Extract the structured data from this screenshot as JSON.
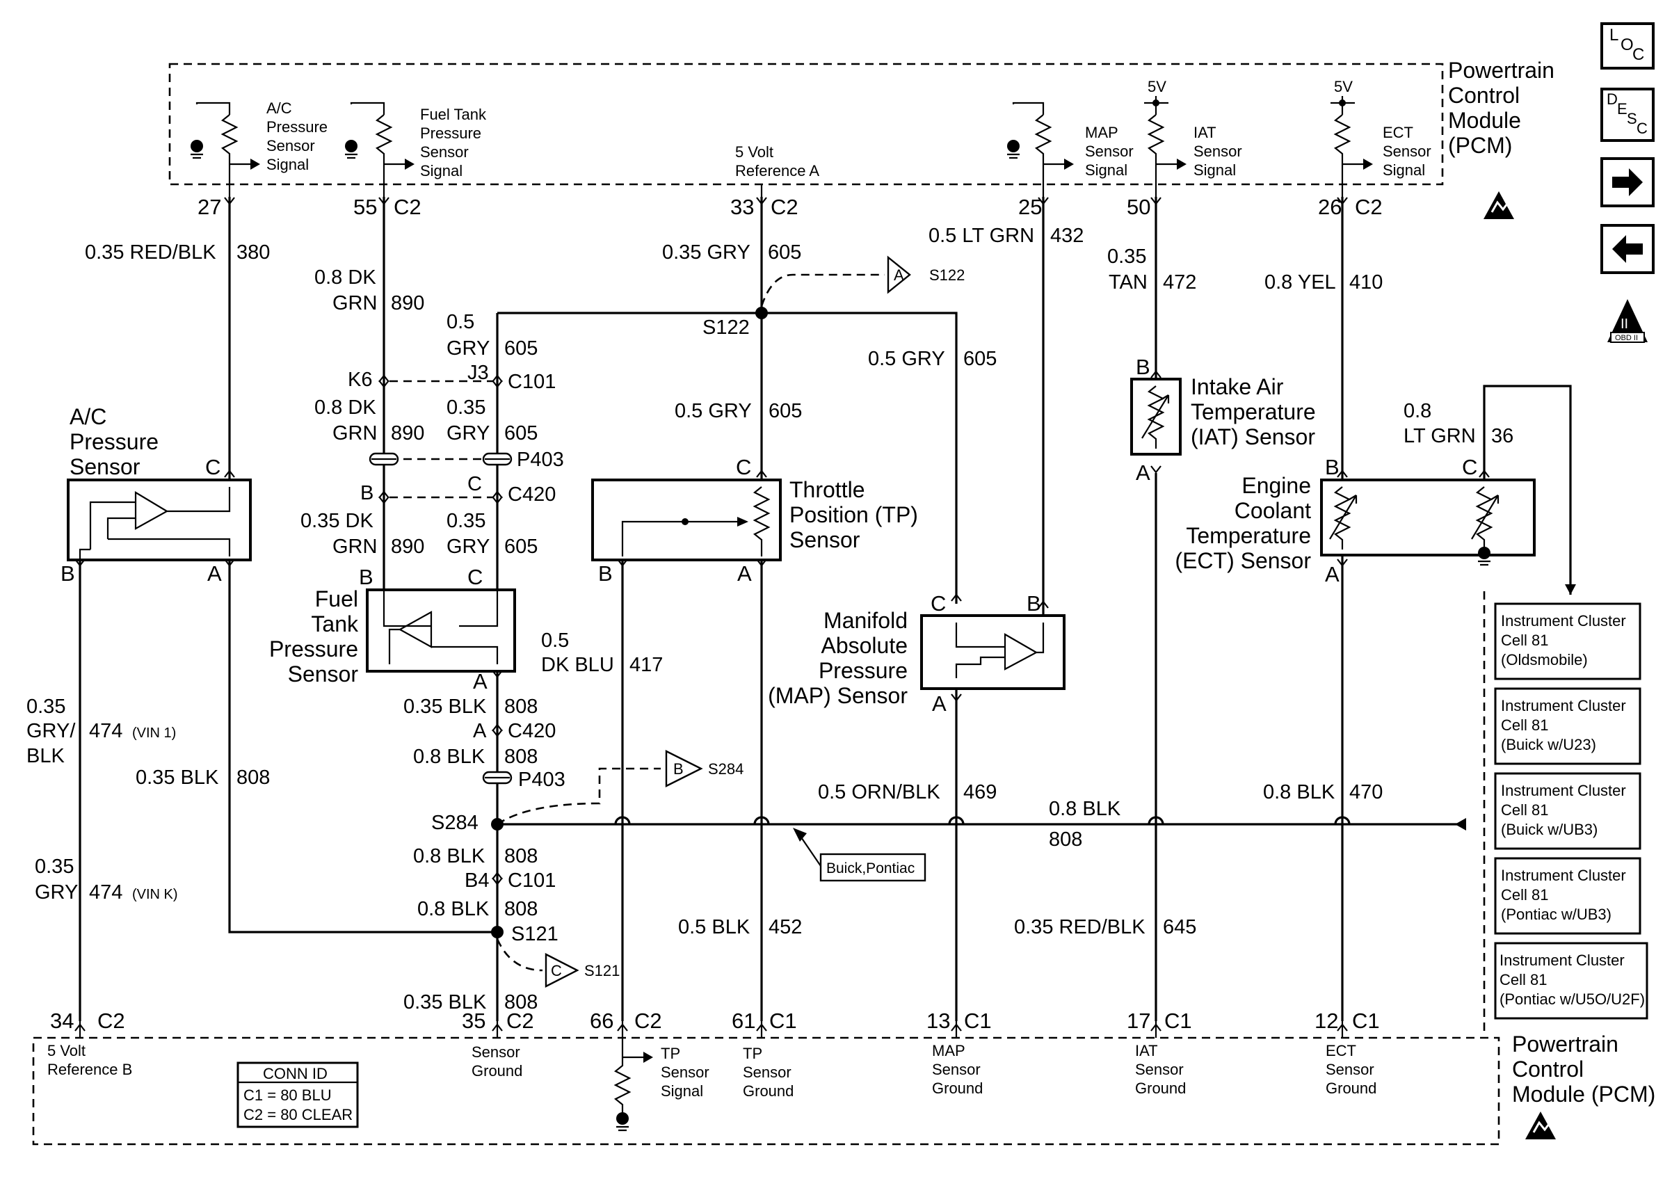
{
  "pcm": {
    "top_title": "Powertrain Control Module (PCM)",
    "bottom_title": "Powertrain Control Module (PCM)"
  },
  "side_icons": [
    "LOC",
    "DESC",
    "arrow-right-icon",
    "arrow-left-icon",
    "OBD II"
  ],
  "internal": {
    "ac_sig": "A/C Pressure Sensor Signal",
    "ft_sig": "Fuel Tank Pressure Sensor Signal",
    "ref_a": "5 Volt Reference A",
    "map_sig": "MAP Sensor Signal",
    "iat_sig": "IAT Sensor Signal",
    "ect_sig": "ECT Sensor Signal",
    "fivev": "5V",
    "ref_b": "5 Volt Reference B",
    "sensor_ground": "Sensor Ground",
    "tp_sig": "TP Sensor Signal",
    "tp_gnd": "TP Sensor Ground",
    "map_gnd": "MAP Sensor Ground",
    "iat_gnd": "IAT Sensor Ground",
    "ect_gnd": "ECT Sensor Ground"
  },
  "pins_top": [
    "27",
    "55",
    "C2",
    "33",
    "C2",
    "25",
    "50",
    "26",
    "C2"
  ],
  "pins_bottom": [
    "34",
    "C2",
    "35",
    "C2",
    "66",
    "C2",
    "61",
    "C1",
    "13",
    "C1",
    "17",
    "C1",
    "12",
    "C1"
  ],
  "wires": {
    "w380": "0.35 RED/BLK  380",
    "w890a": "0.8 DK GRN  890",
    "w605a": "0.35 GRY  605",
    "w432": "0.5 LT GRN  432",
    "w472": "0.35 TAN  472",
    "w410": "0.8 YEL  410",
    "w605b": "0.5 GRY  605",
    "w605c": "0.5 GRY  605",
    "w605d": "0.5 GRY  605",
    "w890b": "0.8 DK GRN  890",
    "w605e": "0.35 GRY  605",
    "w890c": "0.35 DK GRN  890",
    "w605f": "0.35 GRY  605",
    "w36": "0.8 LT GRN  36",
    "w417": "0.5 DK BLU  417",
    "w808a": "0.35 BLK  808",
    "w808b": "0.8 BLK  808",
    "w474a": "0.35 GRY/BLK  474 (VIN 1)",
    "w808c": "0.35 BLK  808",
    "w469": "0.5 ORN/BLK  469",
    "w808d": "0.8 BLK  808",
    "w470": "0.8 BLK  470",
    "w808e": "0.8 BLK  808",
    "w474b": "0.35 GRY  474 (VIN K)",
    "w808f": "0.8 BLK  808",
    "w452": "0.5 BLK  452",
    "w645": "0.35 RED/BLK  645",
    "w808g": "0.35 BLK  808"
  },
  "connectors": [
    "K6",
    "J3",
    "C101",
    "P403",
    "B",
    "C",
    "C420",
    "A",
    "C420",
    "P403",
    "B4",
    "C101"
  ],
  "splices": [
    "S122",
    "S284",
    "S121"
  ],
  "refs": [
    "A",
    "S122",
    "B",
    "S284",
    "C",
    "S121"
  ],
  "components": {
    "ac": "A/C Pressure Sensor",
    "ft": "Fuel Tank Pressure Sensor",
    "tp": "Throttle Position (TP) Sensor",
    "map": "Manifold Absolute Pressure (MAP) Sensor",
    "iat": "Intake Air Temperature (IAT) Sensor",
    "ect": "Engine Coolant Temperature (ECT) Sensor"
  },
  "comp_pins": [
    "C",
    "B",
    "A",
    "B",
    "C",
    "A",
    "C",
    "B",
    "A",
    "C",
    "B",
    "A",
    "B",
    "A",
    "B",
    "C",
    "A"
  ],
  "buick_pontiac": "Buick,Pontiac",
  "cluster_cells": [
    {
      "line1": "Instrument Cluster",
      "line2": "Cell 81",
      "line3": "(Oldsmobile)"
    },
    {
      "line1": "Instrument Cluster",
      "line2": "Cell 81",
      "line3": "(Buick w/U23)"
    },
    {
      "line1": "Instrument Cluster",
      "line2": "Cell 81",
      "line3": "(Buick w/UB3)"
    },
    {
      "line1": "Instrument Cluster",
      "line2": "Cell 81",
      "line3": "(Pontiac w/UB3)"
    },
    {
      "line1": "Instrument Cluster",
      "line2": "Cell 81",
      "line3": "(Pontiac w/U5O/U2F)"
    }
  ],
  "conn_id": {
    "title": "CONN ID",
    "c1": "C1 = 80 BLU",
    "c2": "C2 = 80 CLEAR"
  }
}
